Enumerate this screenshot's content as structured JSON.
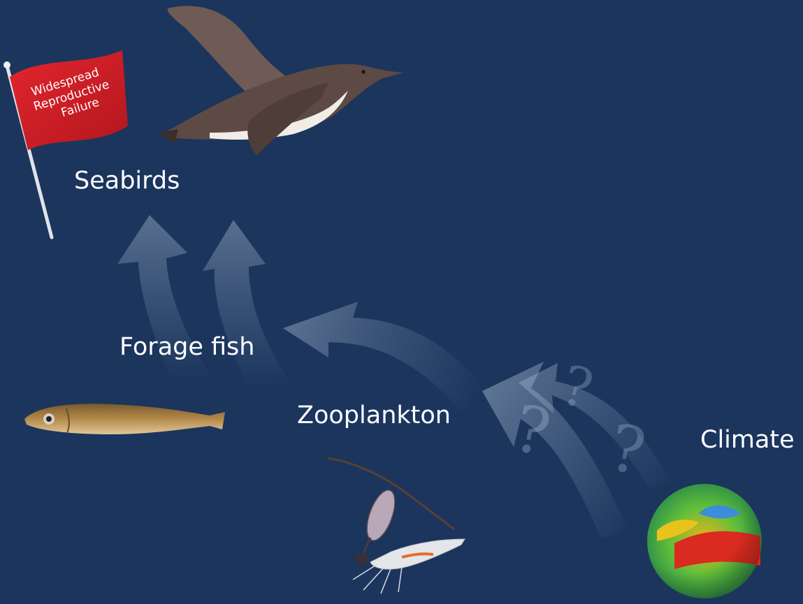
{
  "colors": {
    "background": "#1b355d",
    "arrow": "#aebfd6",
    "flag": "#d7232b",
    "label": "#ffffff"
  },
  "flag": {
    "lines": [
      "Widespread",
      "Reproductive",
      "Failure"
    ]
  },
  "nodes": {
    "seabirds": "Seabirds",
    "forage_fish": "Forage fish",
    "zooplankton": "Zooplankton",
    "climate": "Climate"
  },
  "question_mark": "?",
  "icons": [
    "murre-bird-image",
    "fish-image",
    "copepod-image",
    "krill-image",
    "globe-image",
    "flag-icon"
  ]
}
